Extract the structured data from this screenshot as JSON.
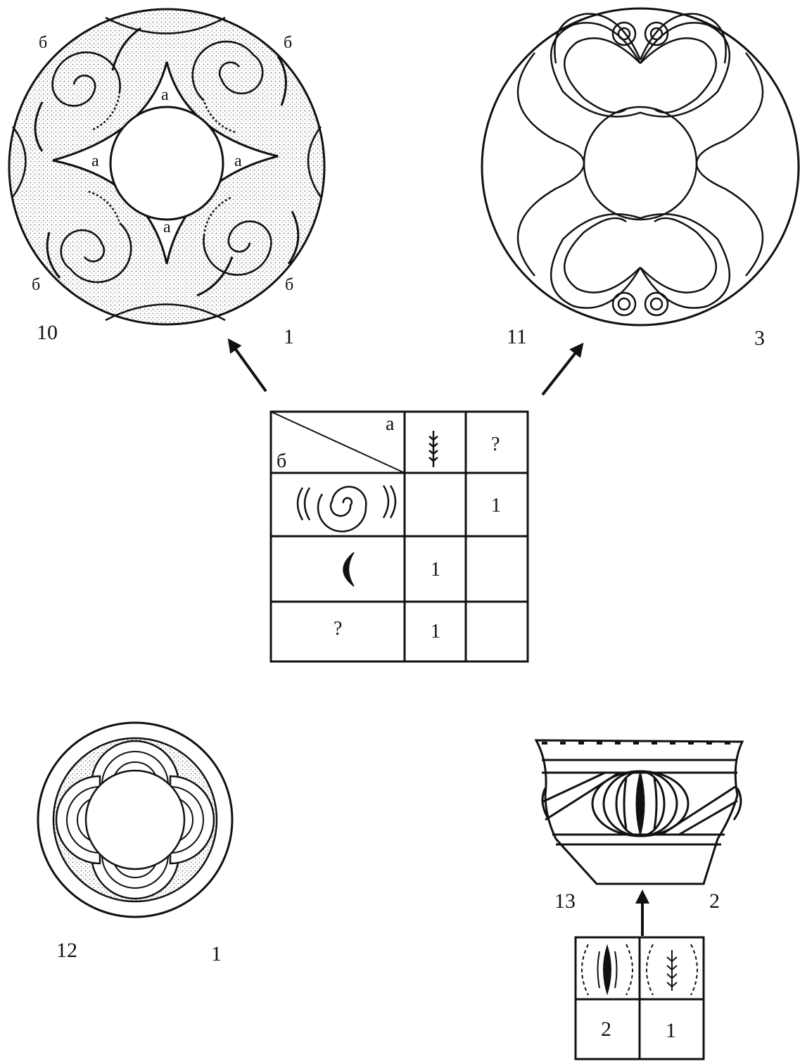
{
  "figure_labels": {
    "fig10": {
      "number": "10",
      "index": "1"
    },
    "fig11": {
      "number": "11",
      "index": "3"
    },
    "fig12": {
      "number": "12",
      "index": "1"
    },
    "fig13": {
      "number": "13",
      "index": "2"
    }
  },
  "disc10_letters": {
    "a": "а",
    "b": "б"
  },
  "table_main": {
    "header_a": "а",
    "header_b": "б",
    "header_q": "?",
    "row1_col2": "",
    "row1_col3": "1",
    "row2_col2": "1",
    "row2_col3": "",
    "row3_label": "?",
    "row3_col2": "1",
    "row3_col3": ""
  },
  "table_small": {
    "left_value": "2",
    "right_value": "1"
  },
  "colors": {
    "ink": "#111111",
    "paper": "#ffffff",
    "stipple": "#9a9a9a"
  },
  "icons": [
    "arrow-up-left",
    "arrow-up-right",
    "arrow-up",
    "spiral-motif",
    "crescent-motif",
    "herringbone-motif",
    "lens-motif"
  ]
}
